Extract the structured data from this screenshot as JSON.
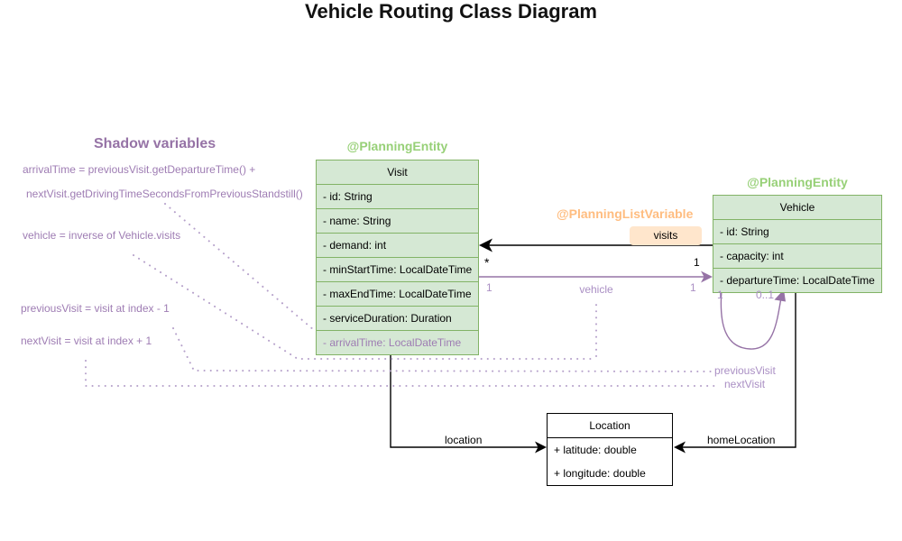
{
  "title": "Vehicle Routing Class Diagram",
  "shadow_panel": {
    "heading": "Shadow variables",
    "lines": [
      "arrivalTime = previousVisit.getDepartureTime() +",
      "nextVisit.getDrivingTimeSecondsFromPreviousStandstill()",
      "vehicle = inverse of Vehicle.visits",
      "previousVisit = visit at index - 1",
      "nextVisit = visit at index + 1"
    ]
  },
  "classes": {
    "visit": {
      "annotation": "@PlanningEntity",
      "name": "Visit",
      "attributes": [
        "- id: String",
        "- name: String",
        "- demand: int",
        "- minStartTime: LocalDateTime",
        "- maxEndTime: LocalDateTime",
        "- serviceDuration: Duration",
        "- arrivalTime: LocalDateTime"
      ]
    },
    "vehicle": {
      "annotation": "@PlanningEntity",
      "name": "Vehicle",
      "attributes": [
        "- id: String",
        "- capacity: int",
        "- departureTime: LocalDateTime"
      ]
    },
    "location": {
      "name": "Location",
      "attributes": [
        "+ latitude: double",
        "+ longitude: double"
      ]
    }
  },
  "edges": {
    "visits": {
      "annotation": "@PlanningListVariable",
      "label": "visits",
      "visit_multiplicity": "*",
      "vehicle_multiplicity": "1"
    },
    "vehicle": {
      "label": "vehicle",
      "visit_multiplicity": "1",
      "vehicle_multiplicity": "1"
    },
    "visit_chain": {
      "source_multiplicity": "1",
      "target_multiplicity": "0..1",
      "previous_label": "previousVisit",
      "next_label": "nextVisit"
    },
    "location": {
      "label": "location"
    },
    "home_location": {
      "label": "homeLocation"
    }
  },
  "colors": {
    "entity_fill": "#d5e8d4",
    "entity_border": "#82b366",
    "planning_entity_label": "#97d077",
    "planning_list_variable_label": "#ffbd80",
    "visits_badge_fill": "#ffe6cc",
    "purple_strong": "#9673a6",
    "purple_light": "#aa8fc4",
    "purple_dots": "#b5a0ca"
  }
}
